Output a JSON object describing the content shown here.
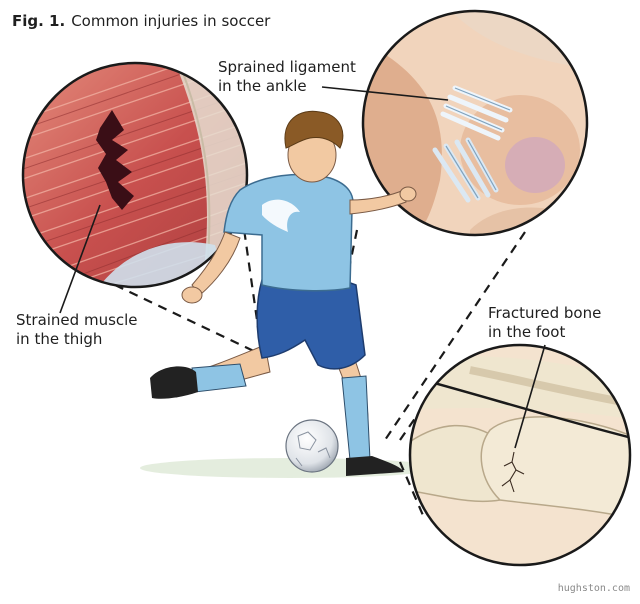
{
  "figure": {
    "number": "Fig. 1.",
    "title": "Common injuries in soccer"
  },
  "callouts": {
    "ligament": {
      "line1": "Sprained ligament",
      "line2": "in the ankle"
    },
    "muscle": {
      "line1": "Strained muscle",
      "line2": "in the thigh"
    },
    "bone": {
      "line1": "Fractured bone",
      "line2": "in the foot"
    }
  },
  "watermark": "hughston.com",
  "colors": {
    "jersey": "#8ec4e4",
    "shorts": "#2f5ea8",
    "skin": "#f2c9a2",
    "hair": "#8a5a26",
    "muscle": "#c8504e",
    "ligament": "#b8d2e6",
    "bone": "#efe6cf",
    "ankle_skin": "#e9c4a6"
  }
}
